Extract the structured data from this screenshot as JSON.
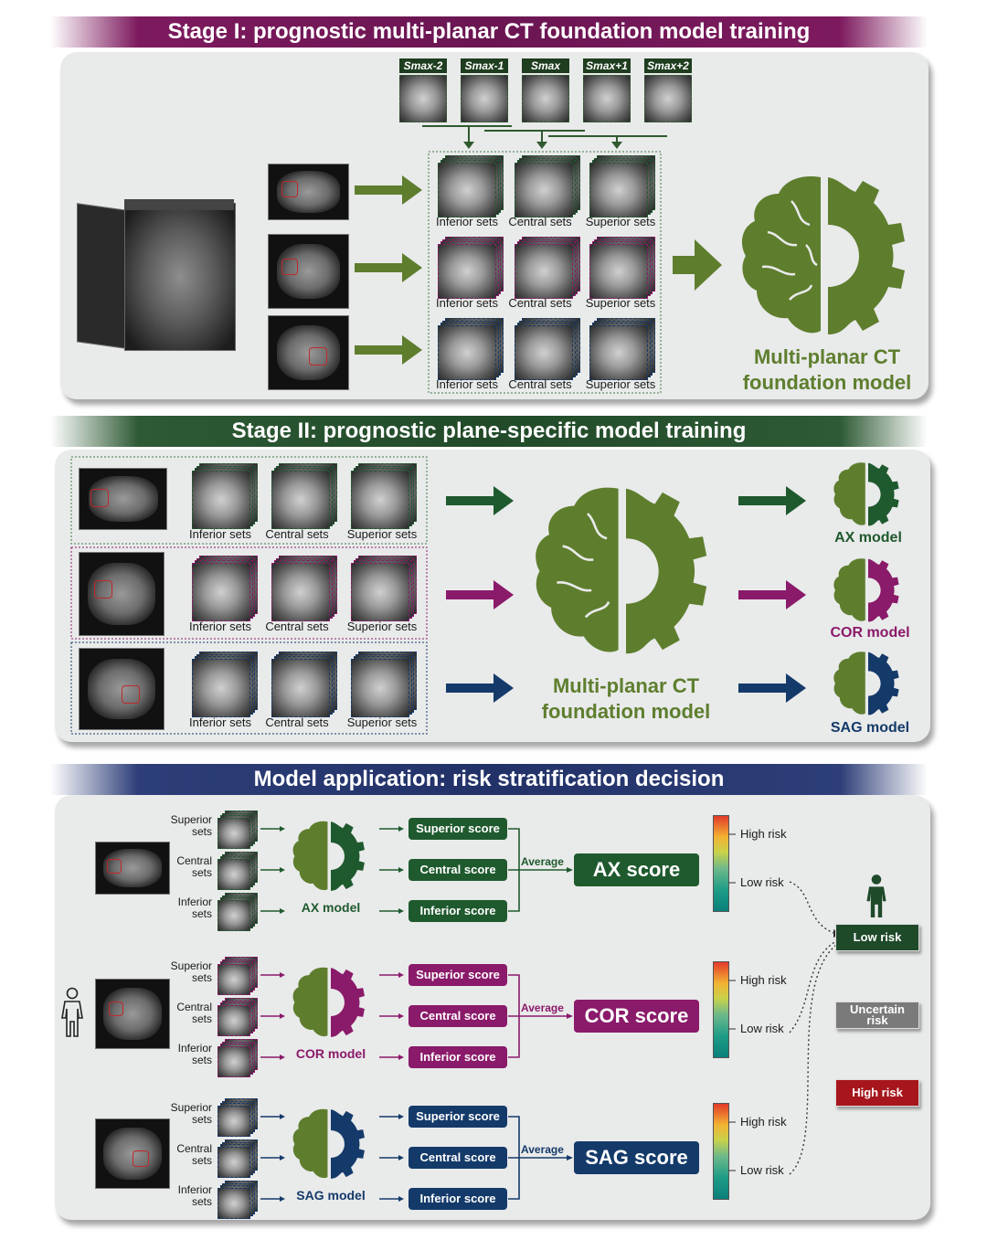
{
  "stage1": {
    "title": "Stage I: prognostic multi-planar CT foundation model training",
    "slices": [
      "Smax-2",
      "Smax-1",
      "Smax",
      "Smax+1",
      "Smax+2"
    ],
    "row_captions": [
      "Inferior sets",
      "Central sets",
      "Superior sets"
    ],
    "model_title_line1": "Multi-planar CT",
    "model_title_line2": "foundation model"
  },
  "stage2": {
    "title": "Stage II: prognostic plane-specific model training",
    "row_captions": [
      "Inferior sets",
      "Central sets",
      "Superior sets"
    ],
    "model_title_line1": "Multi-planar CT",
    "model_title_line2": "foundation model",
    "outputs": [
      "AX model",
      "COR model",
      "SAG model"
    ]
  },
  "application": {
    "title": "Model application: risk stratification decision",
    "set_labels": [
      {
        "l1": "Superior",
        "l2": "sets"
      },
      {
        "l1": "Central",
        "l2": "sets"
      },
      {
        "l1": "Inferior",
        "l2": "sets"
      }
    ],
    "rows": [
      {
        "model": "AX model",
        "scores": [
          "Superior score",
          "Central score",
          "Inferior score"
        ],
        "average": "Average",
        "final": "AX score",
        "high": "High risk",
        "low": "Low risk"
      },
      {
        "model": "COR model",
        "scores": [
          "Superior score",
          "Central score",
          "Inferior score"
        ],
        "average": "Average",
        "final": "COR score",
        "high": "High risk",
        "low": "Low risk"
      },
      {
        "model": "SAG model",
        "scores": [
          "Superior score",
          "Central score",
          "Inferior score"
        ],
        "average": "Average",
        "final": "SAG score",
        "high": "High risk",
        "low": "Low risk"
      }
    ],
    "decisions": {
      "low": "Low risk",
      "uncertain_l1": "Uncertain",
      "uncertain_l2": "risk",
      "high": "High risk"
    }
  },
  "colors": {
    "green": "#5e7e2e",
    "dark_green": "#1f5a2e",
    "purple": "#8a1a6a",
    "navy": "#143a6a",
    "grey": "#7a7a7a",
    "red": "#a6161c"
  }
}
